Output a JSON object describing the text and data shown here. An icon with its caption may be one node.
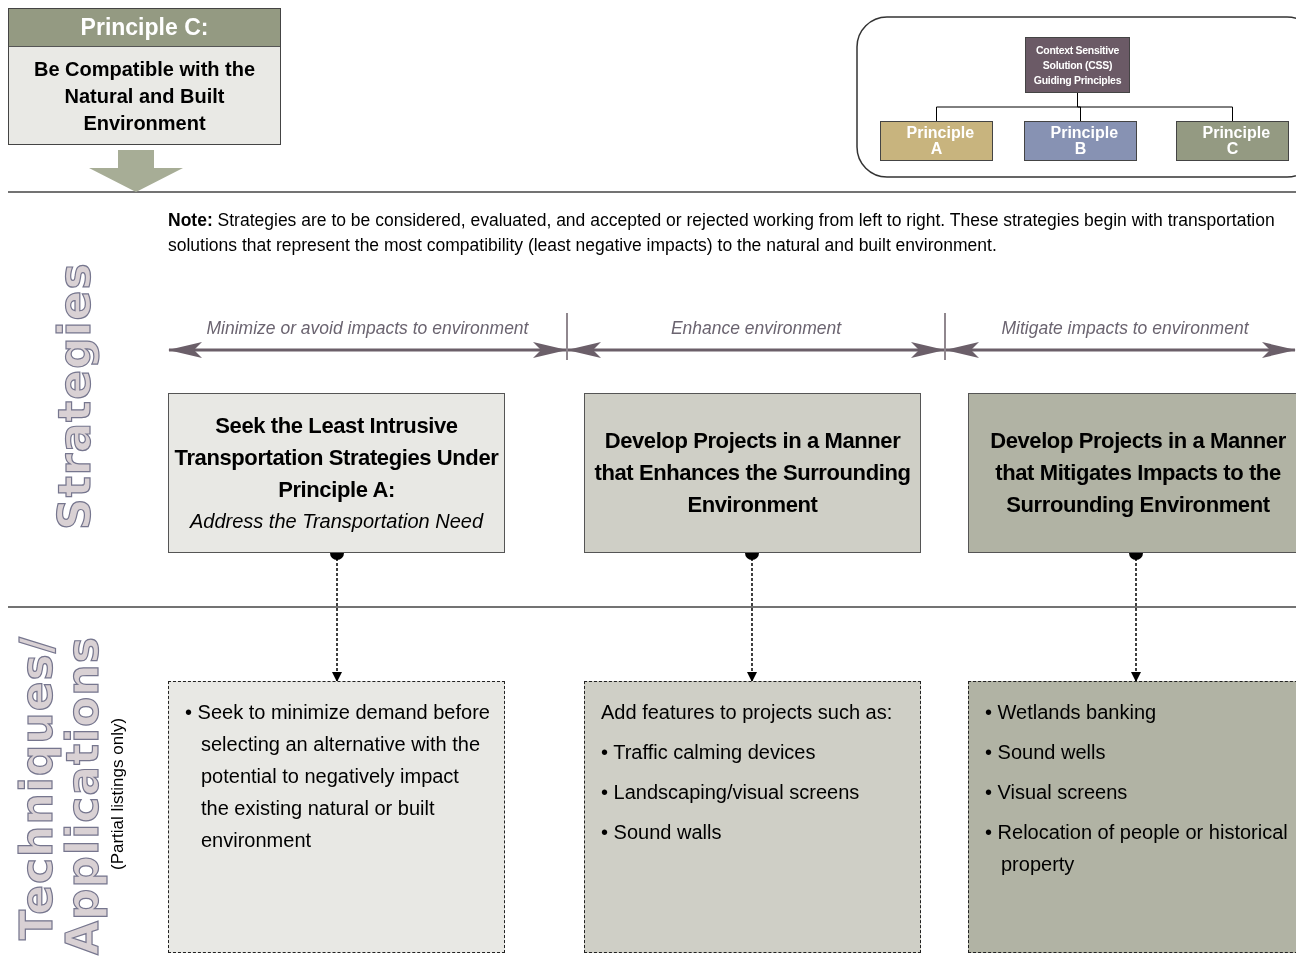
{
  "diagram": {
    "nodes": [
      {
        "text": [
          "Principle C:",
          "Be Compatible with the Natural and Built Environment"
        ]
      },
      {
        "text": [
          "Context Sensitive Solution (CSS) Guiding Principles"
        ]
      },
      {
        "text": [
          "Principle A"
        ]
      },
      {
        "text": [
          "Principle B"
        ]
      },
      {
        "text": [
          "Principle C"
        ]
      },
      {
        "text": [
          "Seek the Least Intrusive Transportation Strategies Under Principle A:",
          "Address the Transportation Need"
        ]
      },
      {
        "text": [
          "Develop Projects in a Manner that Enhances the Surrounding Environment"
        ]
      },
      {
        "text": [
          "Develop Projects in a Manner that Mitigates Impacts to the Surrounding Environment"
        ]
      },
      {
        "text": [
          "• Seek to minimize demand before selecting an alternative with the potential to negatively impact the existing natural or built environment"
        ]
      },
      {
        "text": [
          "Add features to projects such as:",
          "• Traffic calming devices",
          "• Landscaping/visual screens",
          "• Sound walls"
        ]
      },
      {
        "text": [
          "• Wetlands banking",
          "• Sound wells",
          "• Visual screens",
          "• Relocation of people or historical property"
        ]
      }
    ],
    "edges": [
      {
        "from": 0,
        "to": null,
        "arrow": "to",
        "style": "thick"
      },
      {
        "from": 1,
        "to": 2,
        "arrow": "none"
      },
      {
        "from": 1,
        "to": 3,
        "arrow": "none"
      },
      {
        "from": 1,
        "to": 4,
        "arrow": "none"
      },
      {
        "from": 5,
        "to": 8,
        "arrow": "to",
        "style": "dashed"
      },
      {
        "from": 6,
        "to": 9,
        "arrow": "to",
        "style": "dashed"
      },
      {
        "from": 7,
        "to": 10,
        "arrow": "to",
        "style": "dashed"
      }
    ],
    "labels": [
      "**Note:** Strategies are to be considered, evaluated, and accepted or rejected working from left to right. These strategies begin with transportation solutions that represent the most compatibility (least negative impacts) to the natural and built environment.",
      "Strategies",
      "Minimize or avoid impacts to environment",
      "Enhance environment",
      "Mitigate impacts to environment",
      "Techniques/ Applications",
      "(Partial listings only)"
    ]
  }
}
